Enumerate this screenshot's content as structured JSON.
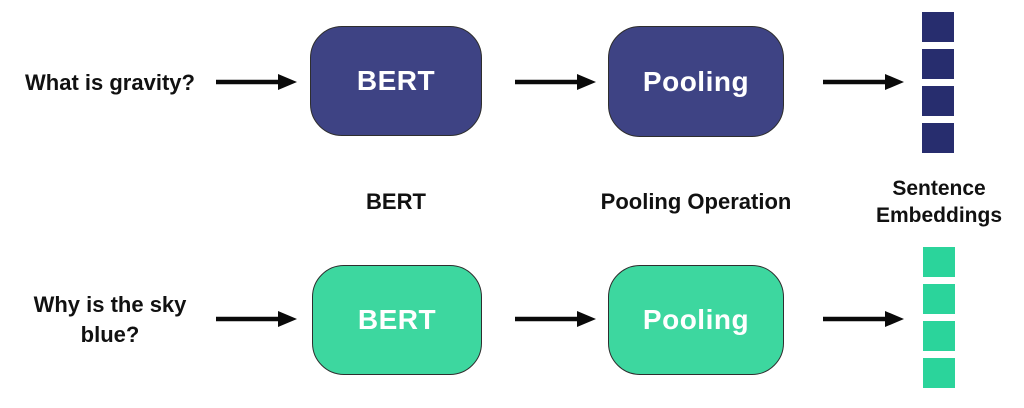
{
  "diagram": {
    "background": "#ffffff",
    "colors": {
      "navy_box": "#3E4384",
      "navy_square": "#272D6E",
      "green_box": "#3DD79F",
      "green_square": "#2BD49B",
      "arrow": "#0a0a0a",
      "label_text": "#111111",
      "box_text": "#ffffff"
    },
    "rows": [
      {
        "theme": "navy",
        "input_label": "What is gravity?",
        "bert_label": "BERT",
        "pooling_label": "Pooling",
        "embedding_count": 4
      },
      {
        "theme": "green",
        "input_label": "Why is the sky blue?",
        "bert_label": "BERT",
        "pooling_label": "Pooling",
        "embedding_count": 4
      }
    ],
    "captions": {
      "bert": "BERT",
      "pooling": "Pooling Operation",
      "embeddings_line1": "Sentence",
      "embeddings_line2": "Embeddings"
    }
  }
}
